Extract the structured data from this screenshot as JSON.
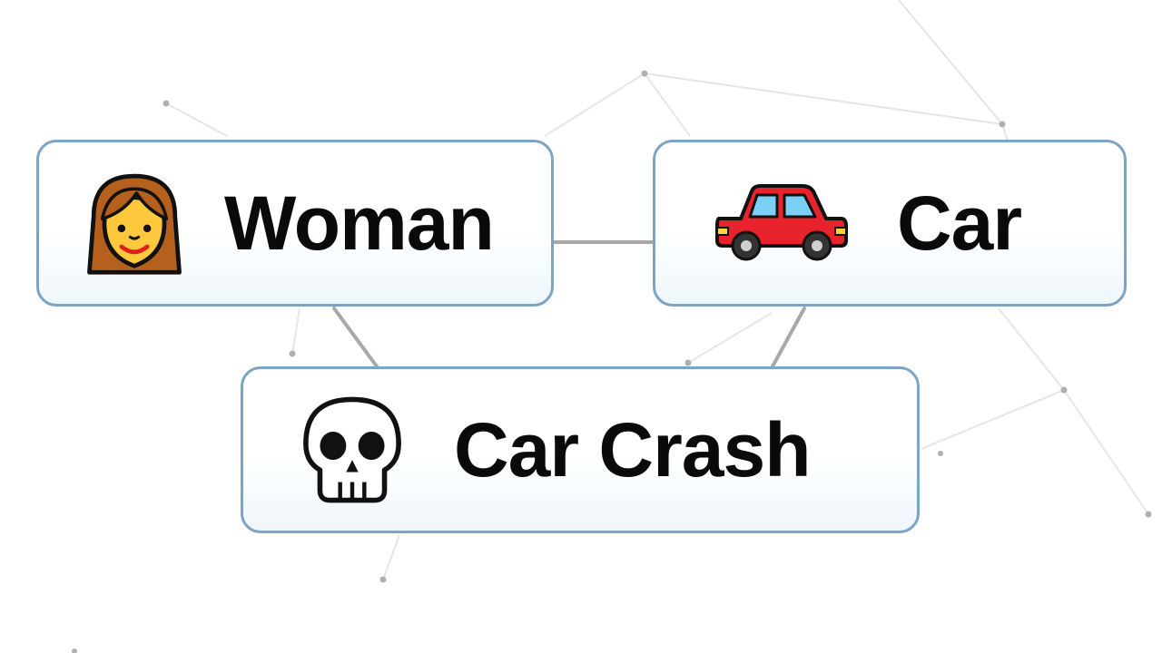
{
  "elements": {
    "woman": {
      "label": "Woman",
      "icon": "woman-emoji-icon"
    },
    "car": {
      "label": "Car",
      "icon": "red-car-emoji-icon"
    },
    "result": {
      "label": "Car Crash",
      "icon": "skull-emoji-icon"
    }
  },
  "colors": {
    "tile_border": "#7ea3c4",
    "tile_fill_bottom": "#eef7fb",
    "connector": "#a8a8a8",
    "background_line": "#e6e6e6",
    "background_node": "#b0b0b0"
  }
}
